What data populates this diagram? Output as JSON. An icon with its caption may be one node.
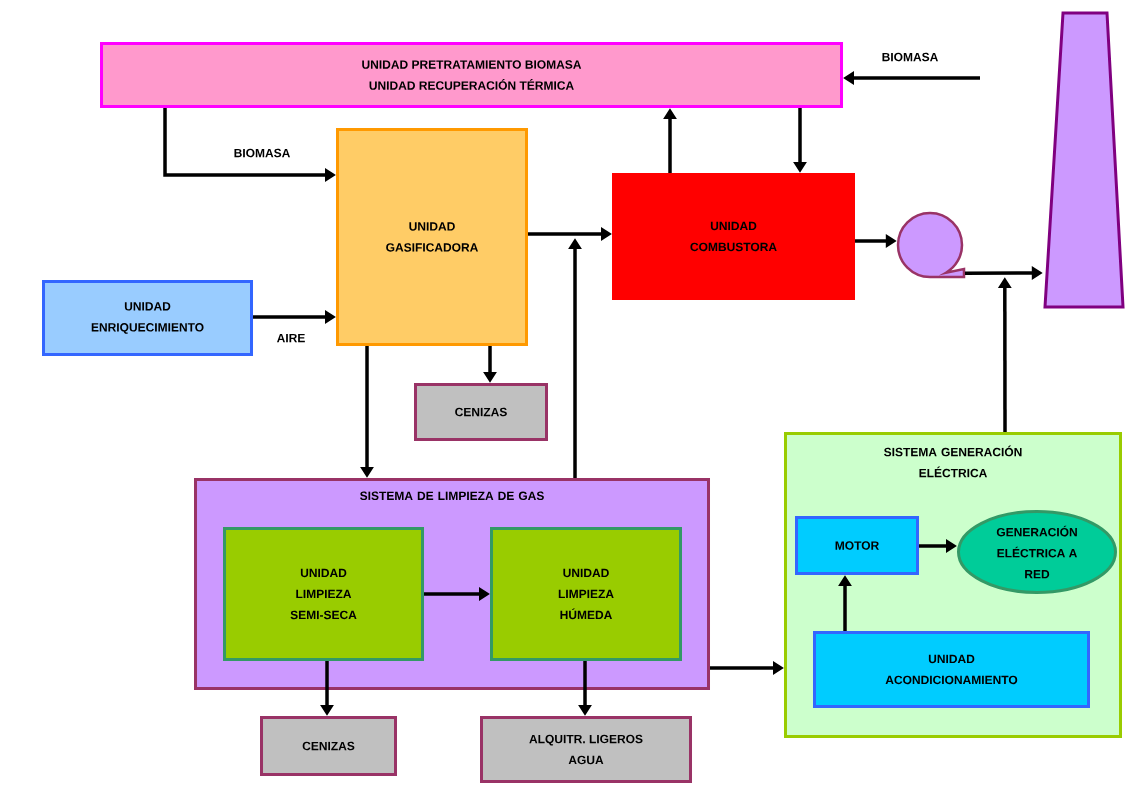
{
  "diagram": {
    "nodes": [
      {
        "text": [
          "UNIDAD PRETRATAMIENTO BIOMASA",
          "UNIDAD RECUPERACIÓN TÉRMICA"
        ]
      },
      {
        "text": [
          "UNIDAD GASIFICADORA"
        ]
      },
      {
        "text": [
          "UNIDAD ENRIQUECIMIENTO"
        ]
      },
      {
        "text": [
          "UNIDAD COMBUSTORA"
        ]
      },
      {
        "text": [
          "CENIZAS"
        ]
      },
      {
        "text": [],
        "shape": "circle"
      },
      {
        "text": [],
        "shape": "chimney"
      },
      {
        "text": [
          "SISTEMA DE LIMPIEZA DE GAS"
        ]
      },
      {
        "text": [
          "UNIDAD LIMPIEZA SEMI-SECA"
        ],
        "in": 7
      },
      {
        "text": [
          "UNIDAD LIMPIEZA HÚMEDA"
        ],
        "in": 7
      },
      {
        "text": [
          "CENIZAS"
        ]
      },
      {
        "text": [
          "ALQUITR. LIGEROS AGUA"
        ]
      },
      {
        "text": [
          "SISTEMA GENERACIÓN ELÉCTRICA"
        ]
      },
      {
        "text": [
          "MOTOR"
        ],
        "in": 12
      },
      {
        "text": [
          "GENERACIÓN ELÉCTRICA A RED"
        ],
        "in": 12
      },
      {
        "text": [
          "UNIDAD ACONDICIONAMIENTO"
        ],
        "in": 12
      }
    ],
    "edges": [
      {
        "from": null,
        "to": 0,
        "arrow": "to",
        "label": "BIOMASA"
      },
      {
        "from": 0,
        "to": 1,
        "arrow": "to",
        "label": "BIOMASA"
      },
      {
        "from": 2,
        "to": 1,
        "arrow": "to",
        "label": "AIRE"
      },
      {
        "from": 1,
        "to": 3,
        "arrow": "to"
      },
      {
        "from": 3,
        "to": 0,
        "arrow": "to"
      },
      {
        "from": 0,
        "to": 3,
        "arrow": "to"
      },
      {
        "from": 3,
        "to": 5,
        "arrow": "to"
      },
      {
        "from": 5,
        "to": 6,
        "arrow": "to"
      },
      {
        "from": 1,
        "to": 4,
        "arrow": "to"
      },
      {
        "from": 1,
        "to": 7,
        "arrow": "to"
      },
      {
        "from": 7,
        "to": 3,
        "arrow": "to"
      },
      {
        "from": 8,
        "to": 9,
        "arrow": "to"
      },
      {
        "from": 8,
        "to": 10,
        "arrow": "to"
      },
      {
        "from": 9,
        "to": 11,
        "arrow": "to"
      },
      {
        "from": 7,
        "to": 12,
        "arrow": "to"
      },
      {
        "from": 12,
        "to": 6,
        "arrow": "to"
      },
      {
        "from": 15,
        "to": 13,
        "arrow": "to"
      },
      {
        "from": 13,
        "to": 14,
        "arrow": "to"
      }
    ]
  }
}
